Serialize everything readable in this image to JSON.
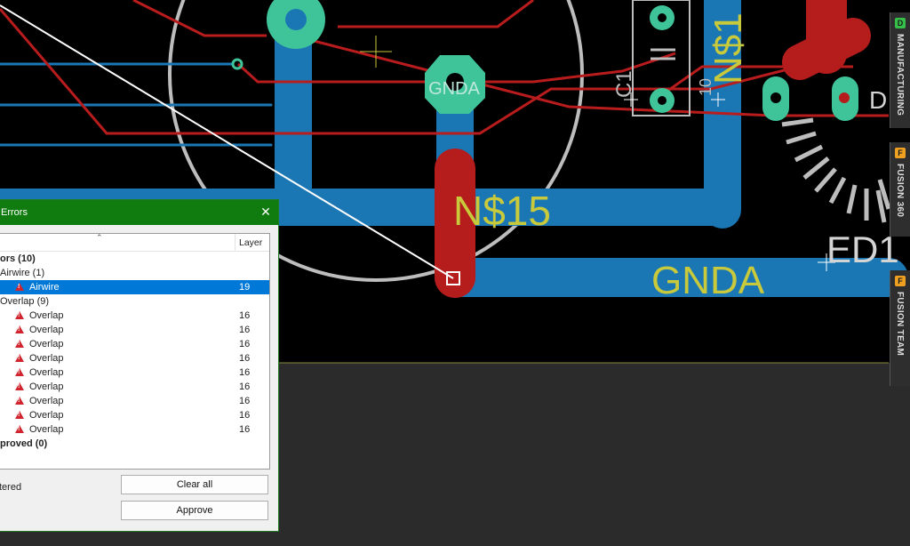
{
  "board": {
    "labels": {
      "gnda_pad": "GNDA",
      "net_n15": "N$15",
      "net_gnda": "GNDA",
      "c1": "C1",
      "n1_fragment": "N$1",
      "ed_fragment": "ED1",
      "d_fragment": "D",
      "tag_10": "10"
    },
    "colors": {
      "background": "#000000",
      "bottom_layer": "#1a77b4",
      "top_layer": "#b81c1c",
      "pad": "#3fc49a",
      "net_label": "#c9c93c",
      "airwire": "#ffffff",
      "outline": "#b0b0b0"
    }
  },
  "dialog": {
    "title": "Errors",
    "close_icon": "close-icon",
    "column_layer": "Layer",
    "sort_icon": "chevron-up-icon",
    "groups": [
      {
        "label": "ors (10)"
      },
      {
        "label": "Airwire (1)"
      },
      {
        "label": "Overlap (9)"
      },
      {
        "label": "proved (0)"
      }
    ],
    "airwire_item": {
      "label": "Airwire",
      "layer": "19"
    },
    "overlap_items": [
      {
        "label": "Overlap",
        "layer": "16"
      },
      {
        "label": "Overlap",
        "layer": "16"
      },
      {
        "label": "Overlap",
        "layer": "16"
      },
      {
        "label": "Overlap",
        "layer": "16"
      },
      {
        "label": "Overlap",
        "layer": "16"
      },
      {
        "label": "Overlap",
        "layer": "16"
      },
      {
        "label": "Overlap",
        "layer": "16"
      },
      {
        "label": "Overlap",
        "layer": "16"
      },
      {
        "label": "Overlap",
        "layer": "16"
      }
    ],
    "filtered_label": "tered",
    "clear_all_label": "Clear all",
    "approve_label": "Approve"
  },
  "side_panel": {
    "tabs": [
      {
        "label": "MANUFACTURING",
        "icon": "manufacturing-icon",
        "icon_color": "#35c04a"
      },
      {
        "label": "FUSION 360",
        "icon": "fusion-360-icon",
        "icon_color": "#f0a020"
      },
      {
        "label": "FUSION TEAM",
        "icon": "fusion-team-icon",
        "icon_color": "#f0a020"
      }
    ]
  }
}
